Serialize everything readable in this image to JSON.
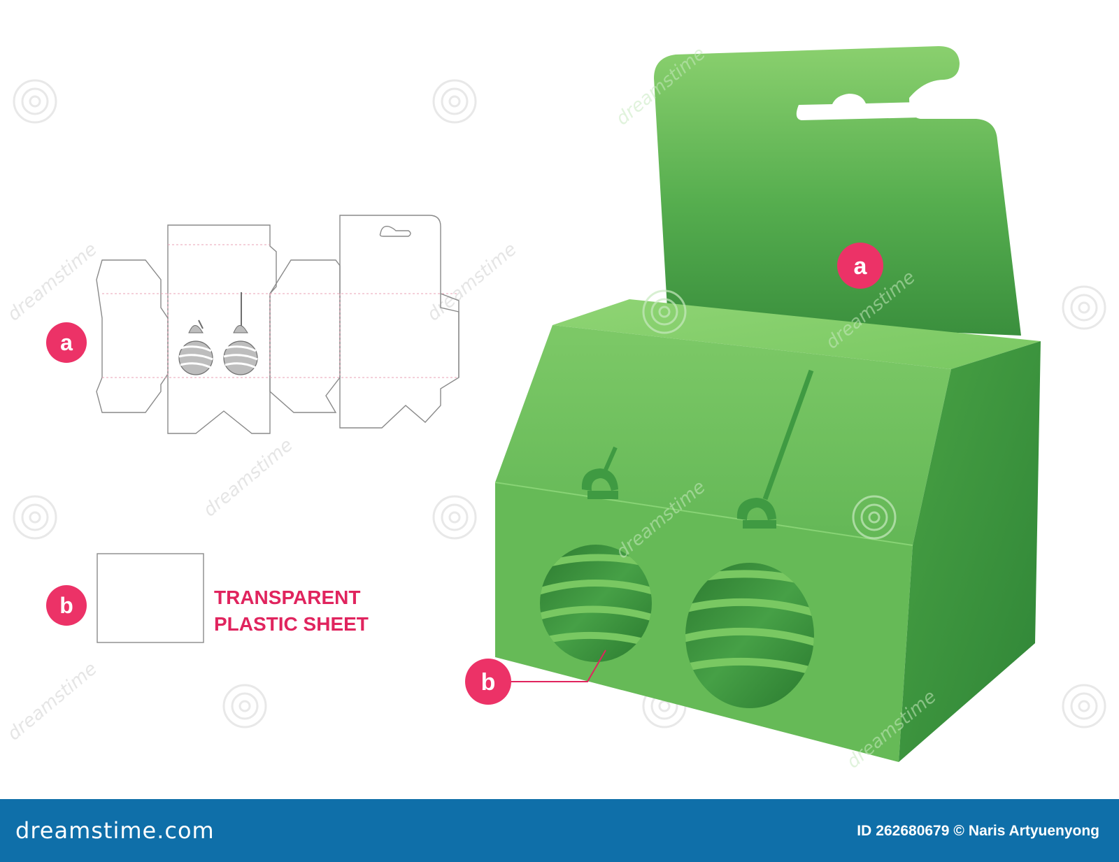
{
  "callouts": {
    "dieline_a": "a",
    "sheet_b": "b",
    "box_a": "a",
    "box_b": "b"
  },
  "note": {
    "line1": "TRANSPARENT",
    "line2": "PLASTIC SHEET"
  },
  "watermark": {
    "text": "dreamstime"
  },
  "footer": {
    "logo": "dreamstime.com",
    "id_label": "ID",
    "id_value": "262680679",
    "copyright": "©",
    "author": "Naris Artyuenyong"
  },
  "colors": {
    "badge": "#ec3267",
    "note": "#e0245e",
    "box_green": "#6cc05a",
    "box_dark": "#3b9440",
    "footer": "#0f6fa9"
  }
}
